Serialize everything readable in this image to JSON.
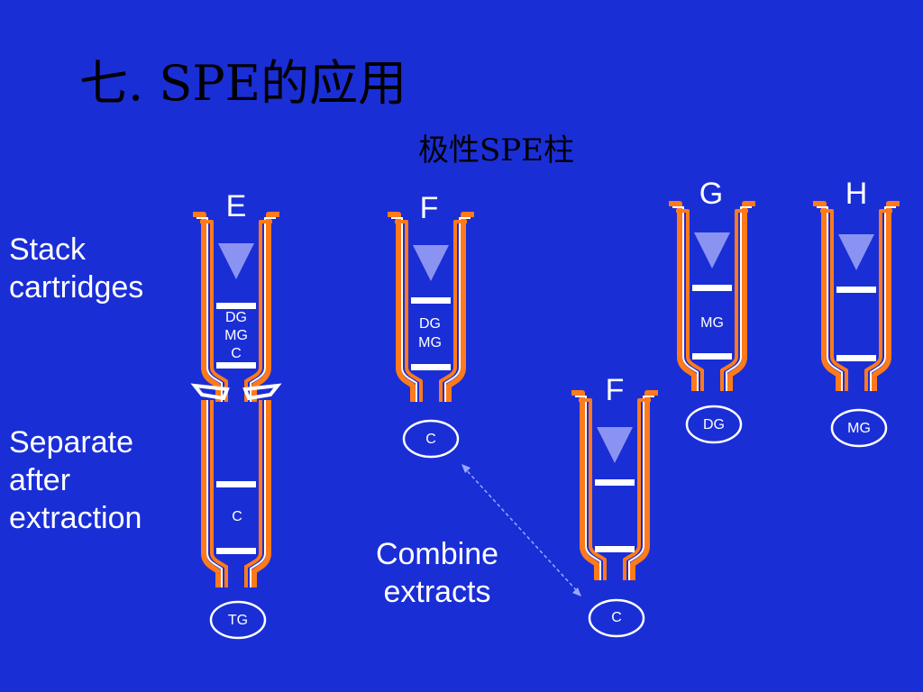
{
  "slide": {
    "title": "七. SPE的应用",
    "subtitle": "极性SPE柱",
    "labels": {
      "stack": [
        "Stack",
        "cartridges"
      ],
      "separate": [
        "Separate",
        "after",
        "extraction"
      ],
      "combine": [
        "Combine",
        "extracts"
      ]
    },
    "cartridges": {
      "E": {
        "letter": "E",
        "bed": [
          "DG",
          "MG",
          "C"
        ]
      },
      "E_lower": {
        "bed": [
          "C"
        ],
        "eluate": "TG"
      },
      "F1": {
        "letter": "F",
        "bed": [
          "DG",
          "MG"
        ],
        "eluate": "C"
      },
      "F2": {
        "letter": "F",
        "eluate": "C"
      },
      "G": {
        "letter": "G",
        "bed": [
          "MG"
        ],
        "eluate": "DG"
      },
      "H": {
        "letter": "H",
        "eluate": "MG"
      }
    },
    "colors": {
      "background": "#1a2ed6",
      "tube_outline": "#ff7a1a",
      "tube_inner": "#ffffff",
      "arrow": "#8b93f2",
      "frit": "#ffffff",
      "connector": "#9ba8ff"
    }
  }
}
